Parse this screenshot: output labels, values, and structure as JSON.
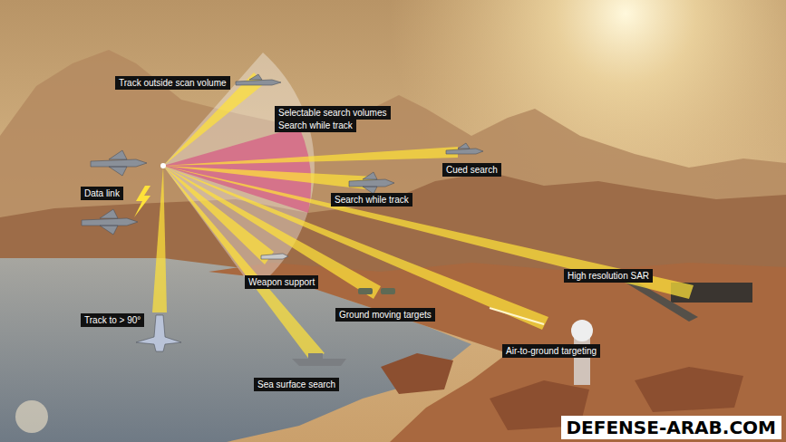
{
  "diagram": {
    "labels": [
      "Track outside scan volume",
      "Selectable search volumes",
      "Search while track",
      "Cued search",
      "Data link",
      "Search while track",
      "Weapon support",
      "Ground moving targets",
      "High resolution SAR",
      "Track to > 90°",
      "Air-to-ground targeting",
      "Sea surface search",
      "DEFENSE-ARAB.COM"
    ]
  }
}
